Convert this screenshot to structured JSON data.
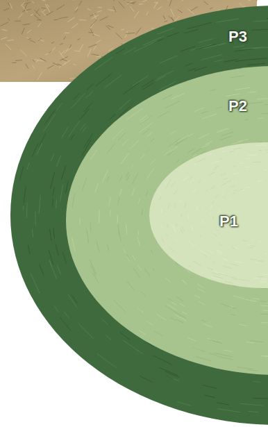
{
  "diagram": {
    "nodes": [
      {
        "text": [
          "P3"
        ]
      },
      {
        "text": [
          "P2"
        ],
        "in": 0
      },
      {
        "text": [
          "P1"
        ],
        "in": 1
      }
    ]
  }
}
